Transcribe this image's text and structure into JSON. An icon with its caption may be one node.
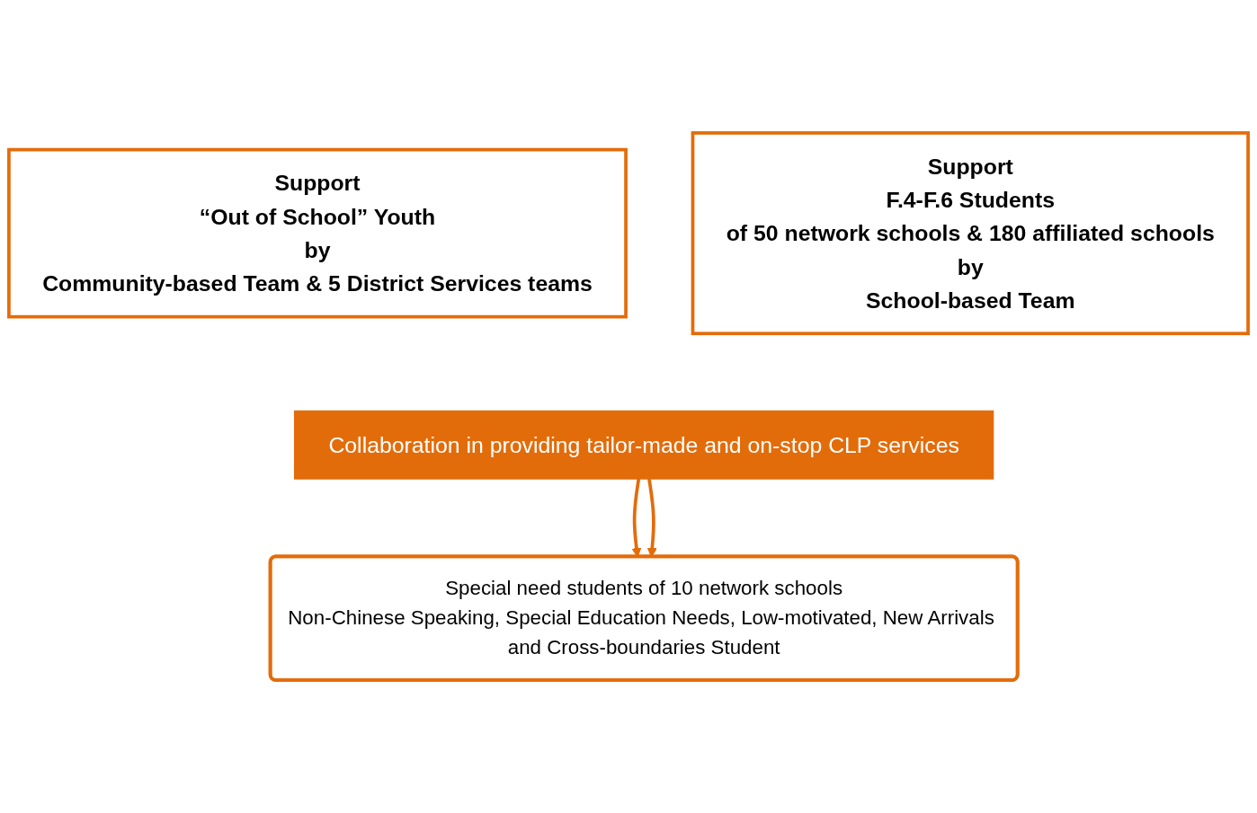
{
  "diagram": {
    "nodes": [
      {
        "text": [
          "Support",
          "“Out of School” Youth",
          "by",
          "Community-based Team & 5 District Services teams"
        ]
      },
      {
        "text": [
          "Support",
          "F.4-F.6 Students",
          "of 50 network schools & 180 affiliated schools",
          "by",
          "School-based Team"
        ]
      },
      {
        "text": [
          "Collaboration in providing tailor-made and on-stop CLP services"
        ]
      },
      {
        "text": [
          "Special need students of 10 network schools",
          "Non-Chinese Speaking, Special Education Needs, Low-motivated, New Arrivals and Cross-boundaries Student"
        ]
      }
    ],
    "edges": [
      {
        "from": 2,
        "to": 3,
        "arrow": "to"
      },
      {
        "from": 2,
        "to": 3,
        "arrow": "to"
      }
    ]
  }
}
